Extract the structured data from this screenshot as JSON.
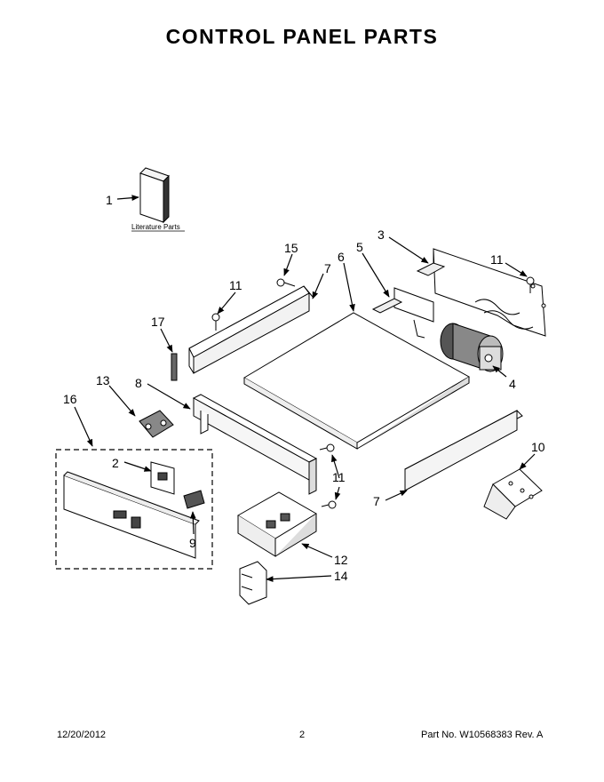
{
  "title": "CONTROL PANEL PARTS",
  "literature_label": "Literature Parts",
  "callouts": {
    "c1": "1",
    "c2": "2",
    "c3": "3",
    "c4": "4",
    "c5": "5",
    "c6": "6",
    "c7a": "7",
    "c7b": "7",
    "c8": "8",
    "c9": "9",
    "c10": "10",
    "c11a": "11",
    "c11b": "11",
    "c11c": "11",
    "c12": "12",
    "c13": "13",
    "c14": "14",
    "c15": "15",
    "c16": "16",
    "c17": "17"
  },
  "footer": {
    "date": "12/20/2012",
    "page": "2",
    "part": "Part No.  W10568383  Rev.  A"
  }
}
